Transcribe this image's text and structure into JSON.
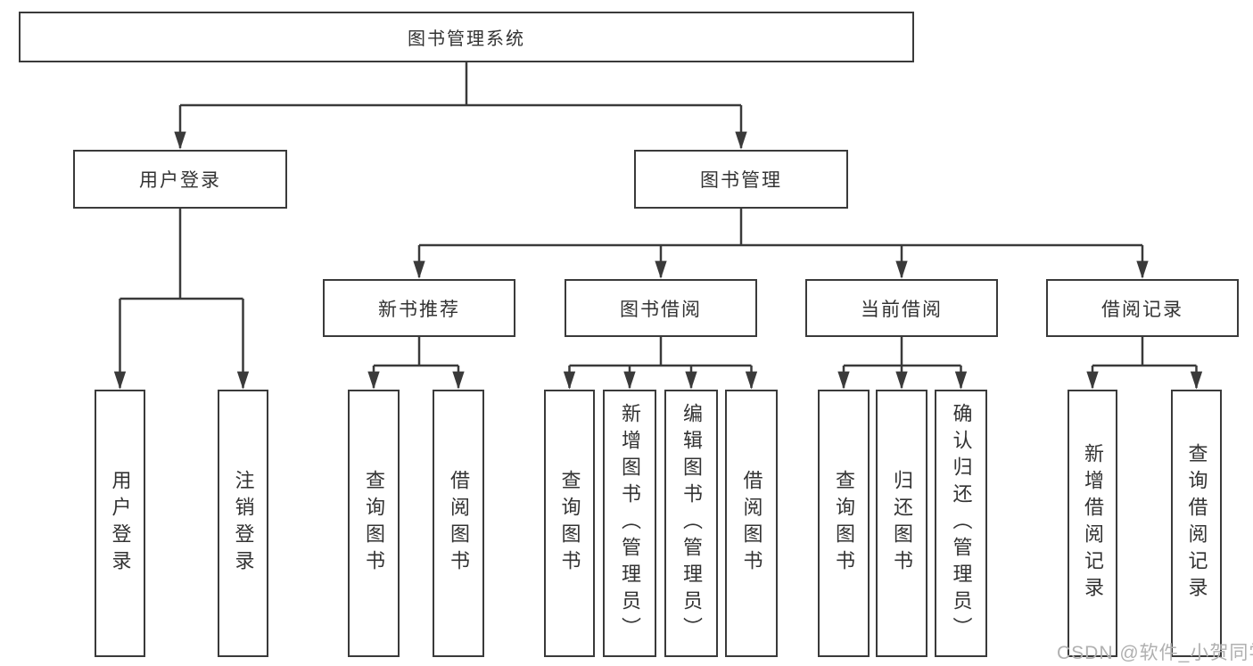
{
  "diagram": {
    "root": "图书管理系统",
    "level1": [
      "用户登录",
      "图书管理"
    ],
    "level2": [
      "新书推荐",
      "图书借阅",
      "当前借阅",
      "借阅记录"
    ],
    "leaves_user_login": [
      "用户登录",
      "注销登录"
    ],
    "leaves_new_book": [
      "查询图书",
      "借阅图书"
    ],
    "leaves_book_borrow": [
      "查询图书",
      "新增图书（管理员）",
      "编辑图书（管理员）",
      "借阅图书"
    ],
    "leaves_current_borrow": [
      "查询图书",
      "归还图书",
      "确认归还（管理员）"
    ],
    "leaves_borrow_record": [
      "新增借阅记录",
      "查询借阅记录"
    ]
  },
  "watermark": {
    "text": "CSDN @软件_小贺同学"
  },
  "colors": {
    "line": "#3a3a3a",
    "text": "#333333",
    "box_background": "#ffffff",
    "watermark": "#b0b0b0"
  }
}
